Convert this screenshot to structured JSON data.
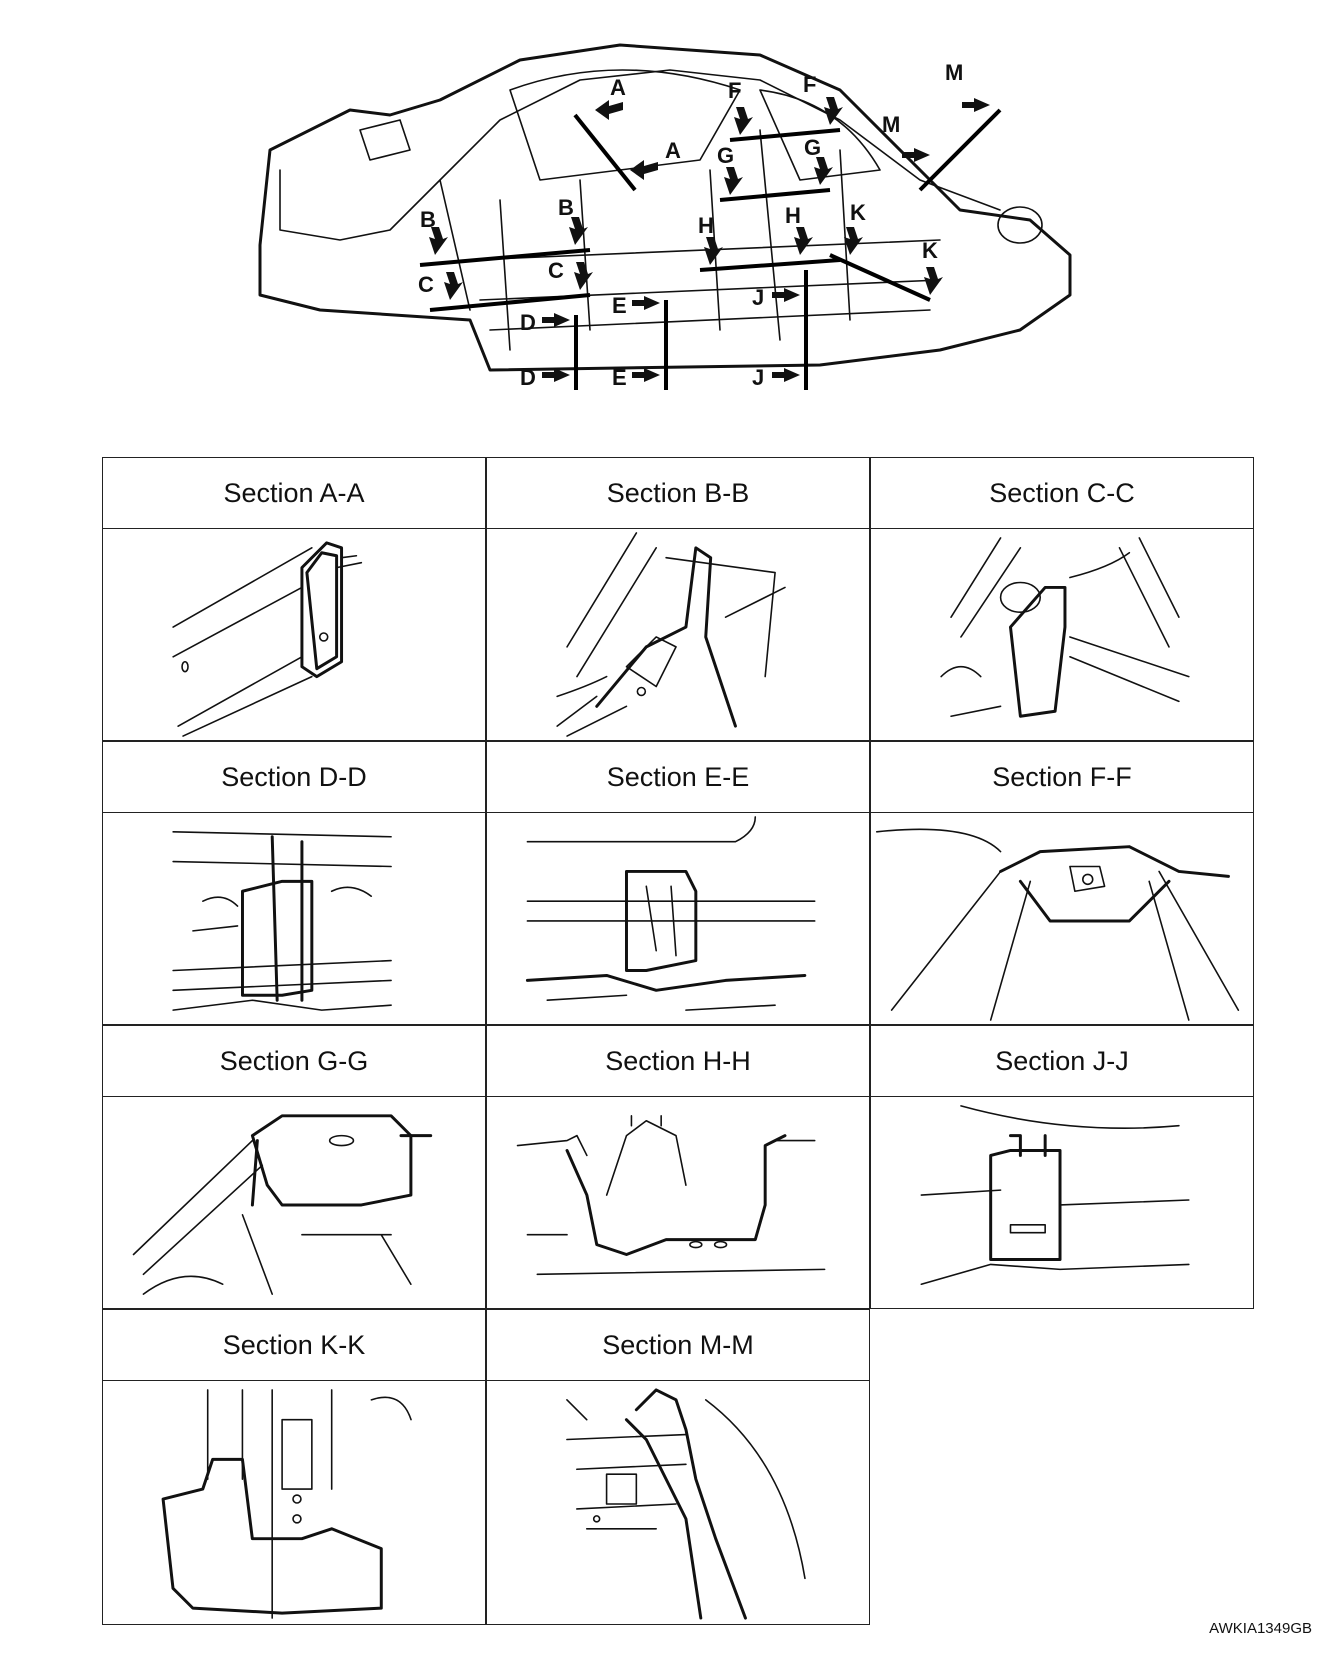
{
  "overview": {
    "callouts": [
      "A",
      "A",
      "B",
      "B",
      "C",
      "C",
      "D",
      "D",
      "E",
      "E",
      "F",
      "F",
      "G",
      "G",
      "H",
      "H",
      "J",
      "J",
      "K",
      "K",
      "M",
      "M"
    ]
  },
  "sections": [
    {
      "label": "Section A-A"
    },
    {
      "label": "Section B-B"
    },
    {
      "label": "Section C-C"
    },
    {
      "label": "Section D-D"
    },
    {
      "label": "Section E-E"
    },
    {
      "label": "Section F-F"
    },
    {
      "label": "Section G-G"
    },
    {
      "label": "Section H-H"
    },
    {
      "label": "Section J-J"
    },
    {
      "label": "Section  K-K"
    },
    {
      "label": "Section M-M"
    }
  ],
  "figure_code": "AWKIA1349GB"
}
